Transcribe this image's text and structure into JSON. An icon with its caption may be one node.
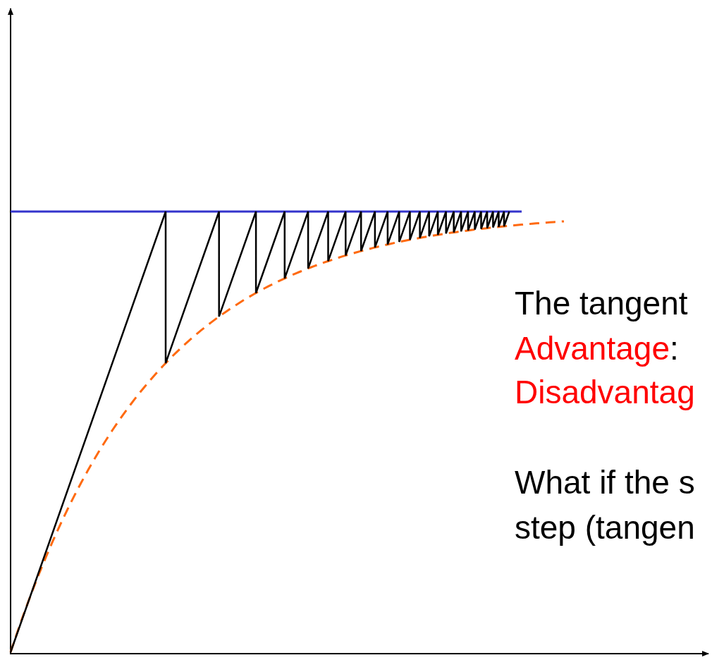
{
  "diagram": {
    "labels": [
      "The tangent",
      "Advantage:",
      "Disadvantag",
      "What if the s",
      "step (tangen"
    ]
  }
}
